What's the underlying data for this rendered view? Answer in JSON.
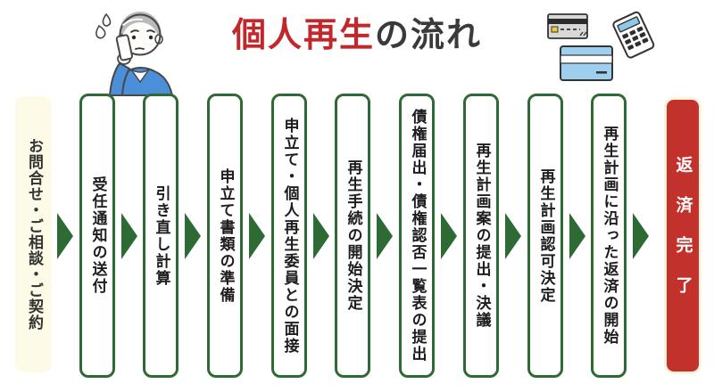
{
  "title": {
    "highlight": "個人再生",
    "rest": "の流れ"
  },
  "illustrations": {
    "person": "worried-man-talking-on-phone",
    "items": "credit-cards-and-calculator"
  },
  "steps": [
    {
      "label": "お問合せ・ご相談・ご契約",
      "type": "start"
    },
    {
      "label": "受任通知の送付",
      "type": "normal"
    },
    {
      "label": "引き直し計算",
      "type": "normal"
    },
    {
      "label": "申立て書類の準備",
      "type": "normal"
    },
    {
      "label": "申立て・個人再生委員との面接",
      "type": "normal"
    },
    {
      "label": "再生手続の開始決定",
      "type": "normal"
    },
    {
      "label": "債権届出・債権認否一覧表の提出",
      "type": "normal"
    },
    {
      "label": "再生計画案の提出・決議",
      "type": "normal"
    },
    {
      "label": "再生計画認可決定",
      "type": "normal"
    },
    {
      "label": "再生計画に沿った返済の開始",
      "type": "normal"
    },
    {
      "label": "返済完了",
      "type": "end"
    }
  ],
  "colors": {
    "accent_green": "#2e6b34",
    "accent_red": "#c2312b",
    "title_red": "#c1272b",
    "title_dark": "#3a3a3a",
    "start_box_bg": "#fdfbe7",
    "end_box_halo": "#f8f3da",
    "step_text": "#1d1d1d",
    "sweater_blue": "#4b8fd8",
    "card_blue": "#9fcfee",
    "card_gray": "#d8d8d8"
  }
}
